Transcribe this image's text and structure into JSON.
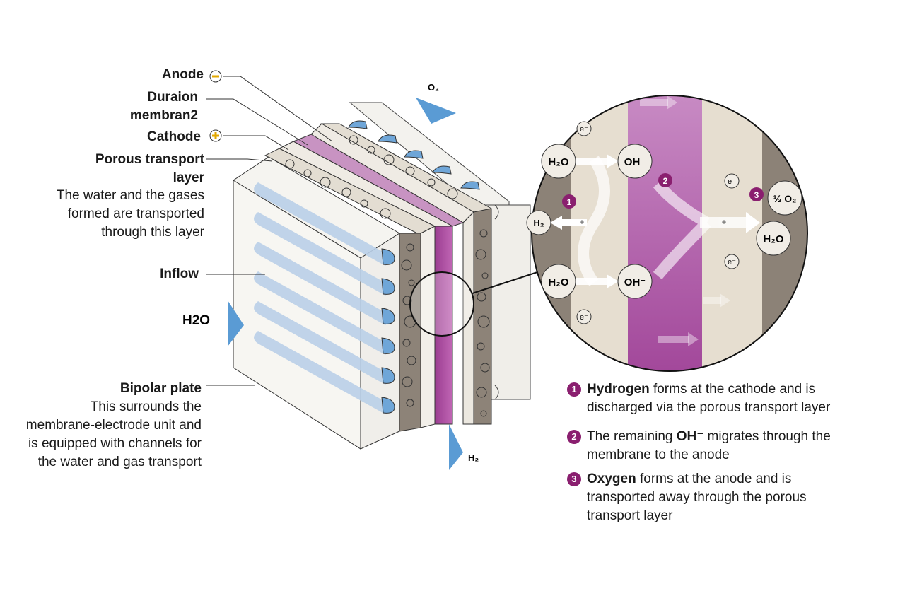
{
  "labels": {
    "anode": "Anode",
    "membrane": "Duraion membran2",
    "cathode": "Cathode",
    "ptl_title": "Porous transport layer",
    "ptl_desc": "The water and the gases formed are transported through this layer",
    "inflow": "Inflow",
    "h2o_in": "H2O",
    "bipolar_title": "Bipolar plate",
    "bipolar_desc": "This surrounds the membrane-electrode unit and is equipped with channels for the water and gas transport",
    "o2_out": "O₂",
    "h2_out": "H₂"
  },
  "zoom": {
    "h2o_top": "H₂O",
    "h2o_bottom": "H₂O",
    "oh_top": "OH⁻",
    "oh_bottom": "OH⁻",
    "h2": "H₂",
    "half_o2": "½ O₂",
    "h2o_right": "H₂O",
    "electron": "e⁻",
    "plus": "+",
    "step1": "1",
    "step2": "2",
    "step3": "3"
  },
  "legend": [
    {
      "num": "1",
      "bold": "Hydrogen",
      "rest": " forms at the cathode and is discharged via the porous transport layer"
    },
    {
      "num": "2",
      "pre": "The remaining ",
      "bold": "OH⁻",
      "rest": " migrates through the membrane to the anode"
    },
    {
      "num": "3",
      "bold": "Oxygen",
      "rest": " forms at the anode and is transported away through the porous transport layer"
    }
  ],
  "colors": {
    "membrane": "#a2479a",
    "membrane_light": "#c58fc0",
    "ptl": "#d8d1c6",
    "ptl_dark": "#8c8277",
    "channel": "#b9cfe8",
    "arrow_blue": "#5a9bd4",
    "step_badge": "#8a1f6f"
  }
}
